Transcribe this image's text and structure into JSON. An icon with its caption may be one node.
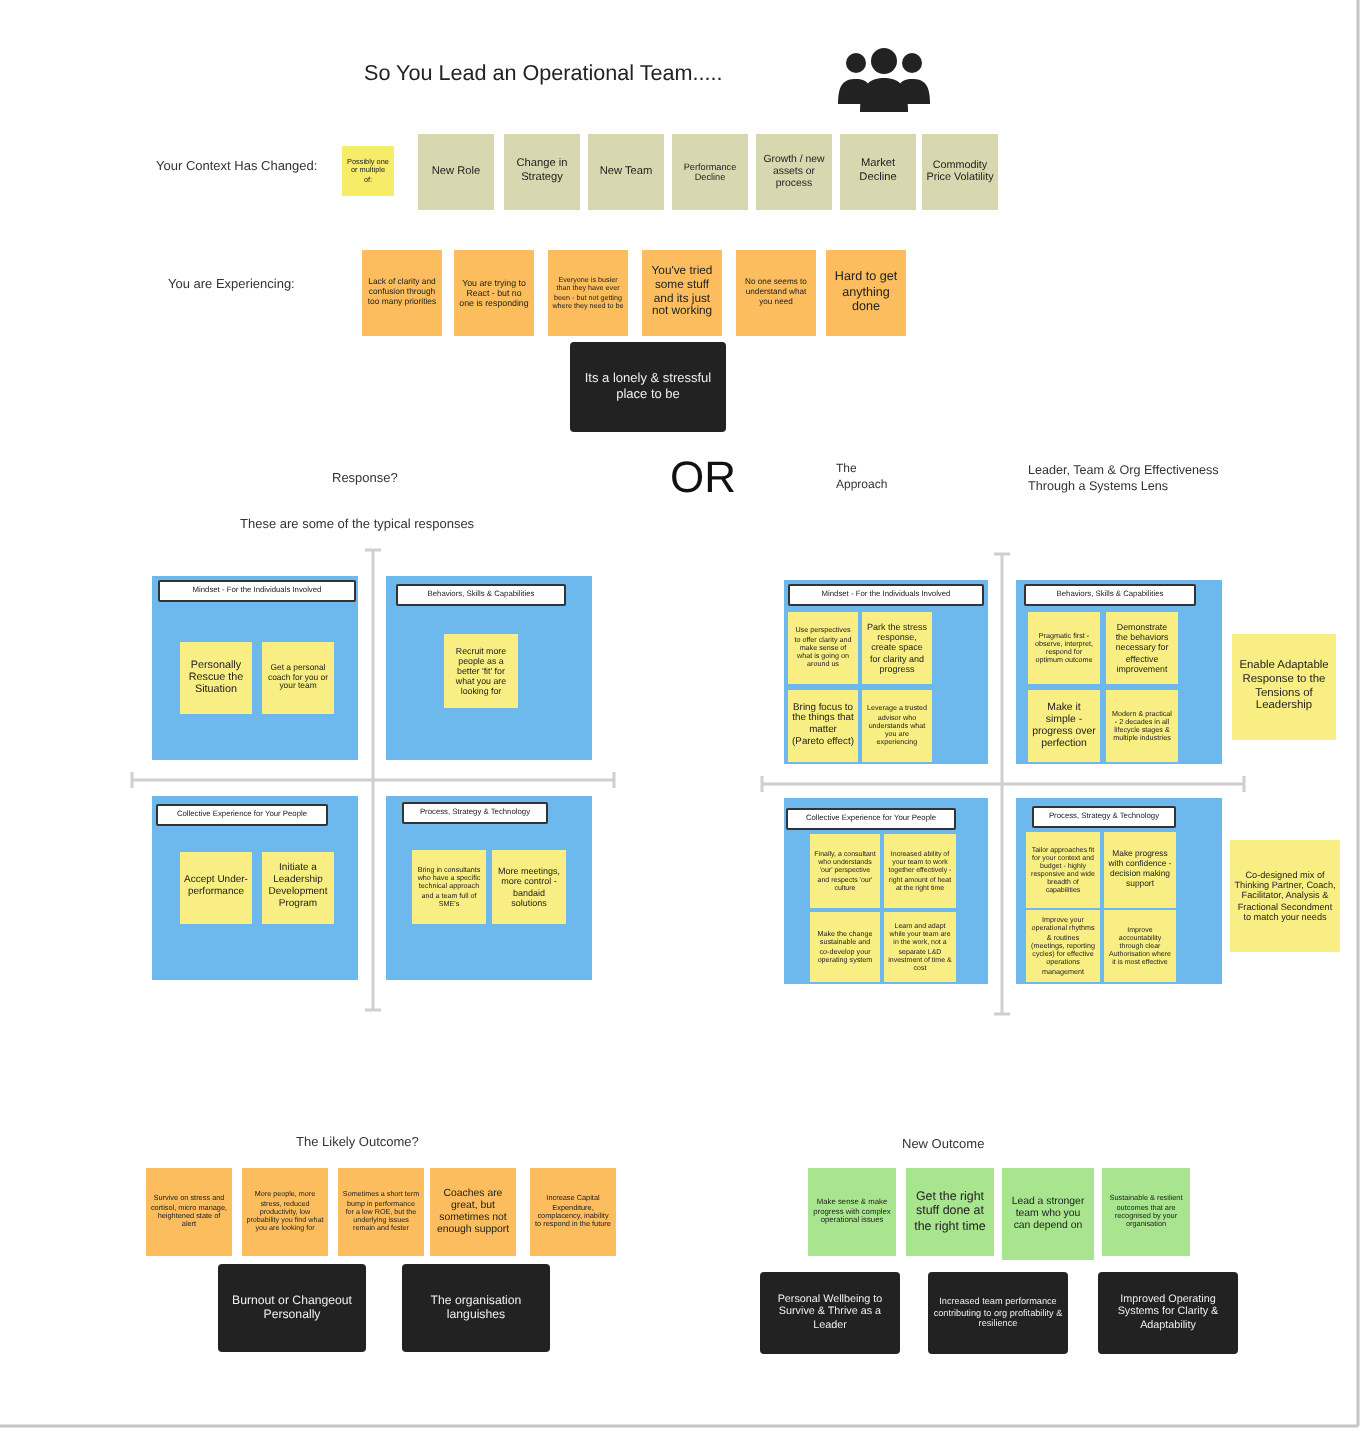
{
  "diagram": {
    "title": "So You Lead an Operational Team.....",
    "nodes": [
      {
        "text": [
          "Possibly one or multiple of:"
        ]
      },
      {
        "text": [
          "New Role"
        ]
      },
      {
        "text": [
          "Change in Strategy"
        ]
      },
      {
        "text": [
          "New Team"
        ]
      },
      {
        "text": [
          "Performance Decline"
        ]
      },
      {
        "text": [
          "Growth / new assets or process"
        ]
      },
      {
        "text": [
          "Market Decline"
        ]
      },
      {
        "text": [
          "Commodity Price Volatility"
        ]
      },
      {
        "text": [
          "Lack of clarity and confusion through too many priorities"
        ]
      },
      {
        "text": [
          "You are trying to React - but no one is responding"
        ]
      },
      {
        "text": [
          "Everyone is busier than they have ever been - but not getting where they need to be"
        ]
      },
      {
        "text": [
          "You've tried some stuff and its just not working"
        ]
      },
      {
        "text": [
          "No one seems to understand what you need"
        ]
      },
      {
        "text": [
          "Hard to get anything done"
        ]
      },
      {
        "text": [
          "Its a lonely & stressful place to be"
        ]
      },
      {
        "text": [
          "Mindset - For the Individuals Involved"
        ]
      },
      {
        "text": [
          "Personally Rescue the Situation"
        ],
        "in": 15
      },
      {
        "text": [
          "Get a personal coach for you or your team"
        ],
        "in": 15
      },
      {
        "text": [
          "Behaviors, Skills & Capabilities"
        ]
      },
      {
        "text": [
          "Recruit more people as a better 'fit' for what you are looking for"
        ],
        "in": 18
      },
      {
        "text": [
          "Collective Experience for Your People"
        ]
      },
      {
        "text": [
          "Accept Under-performance"
        ],
        "in": 20
      },
      {
        "text": [
          "Initiate a Leadership Development Program"
        ],
        "in": 20
      },
      {
        "text": [
          "Process, Strategy & Technology"
        ]
      },
      {
        "text": [
          "Bring in consultants who have a specific technical approach and a team full of SME's"
        ],
        "in": 23
      },
      {
        "text": [
          "More meetings, more control - bandaid solutions"
        ],
        "in": 23
      },
      {
        "text": [
          "Mindset - For the Individuals Involved"
        ]
      },
      {
        "text": [
          "Use perspectives to offer clarity and make sense of what is going on around us"
        ],
        "in": 26
      },
      {
        "text": [
          "Park the stress response, create space for clarity and progress"
        ],
        "in": 26
      },
      {
        "text": [
          "Bring focus to the things that matter (Pareto effect)"
        ],
        "in": 26
      },
      {
        "text": [
          "Leverage a trusted advisor who understands what you are experiencing"
        ],
        "in": 26
      },
      {
        "text": [
          "Behaviors, Skills & Capabilities"
        ]
      },
      {
        "text": [
          "Pragmatic first - observe, interpret, respond for optimum outcome"
        ],
        "in": 31
      },
      {
        "text": [
          "Demonstrate the behaviors necessary for effective improvement"
        ],
        "in": 31
      },
      {
        "text": [
          "Make it simple - progress over perfection"
        ],
        "in": 31
      },
      {
        "text": [
          "Modern & practical - 2 decades in all lifecycle stages & multiple industries"
        ],
        "in": 31
      },
      {
        "text": [
          "Enable Adaptable Response to the Tensions of Leadership"
        ]
      },
      {
        "text": [
          "Collective Experience for Your People"
        ]
      },
      {
        "text": [
          "Finally, a consultant who understands 'our' perspective and respects 'our' culture"
        ],
        "in": 37
      },
      {
        "text": [
          "Increased ability of your team to work together effectively - right amount of heat at the right time"
        ],
        "in": 37
      },
      {
        "text": [
          "Make the change sustainable and co-develop your operating system"
        ],
        "in": 37
      },
      {
        "text": [
          "Learn and adapt while your team are in the work, not a separate L&D investment of time & cost"
        ],
        "in": 37
      },
      {
        "text": [
          "Process, Strategy & Technology"
        ]
      },
      {
        "text": [
          "Tailor approaches fit for your context and budget - highly responsive and wide breadth of capabilities"
        ],
        "in": 42
      },
      {
        "text": [
          "Make progress with confidence - decision making support"
        ],
        "in": 42
      },
      {
        "text": [
          "Improve your operational rhythms & routines (meetings, reporting cycles) for effective operations management"
        ],
        "in": 42
      },
      {
        "text": [
          "Improve accountability through clear Authorisation where it is most effective"
        ],
        "in": 42
      },
      {
        "text": [
          "Co-designed mix of Thinking Partner, Coach, Facilitator, Analysis & Fractional Secondment to match your needs"
        ]
      },
      {
        "text": [
          "Survive on stress and cortisol, micro manage, heightened state of alert"
        ]
      },
      {
        "text": [
          "More people, more stress, reduced productivity, low probability you find what you are looking for"
        ]
      },
      {
        "text": [
          "Sometimes a short term bump in performance for a low ROE, but the underlying issues remain and fester"
        ]
      },
      {
        "text": [
          "Coaches are great, but sometimes not enough support"
        ]
      },
      {
        "text": [
          "Increase Capital Expenditure, complacency, inability to respond in the future"
        ]
      },
      {
        "text": [
          "Burnout or Changeout Personally"
        ]
      },
      {
        "text": [
          "The organisation languishes"
        ]
      },
      {
        "text": [
          "Make sense & make progress with complex operational issues"
        ]
      },
      {
        "text": [
          "Get the right stuff done at the right time"
        ]
      },
      {
        "text": [
          "Lead a stronger team who you can depend on"
        ]
      },
      {
        "text": [
          "Sustainable & resilient outcomes that are recognised by your organisation"
        ]
      },
      {
        "text": [
          "Personal Wellbeing to Survive & Thrive as a Leader"
        ]
      },
      {
        "text": [
          "Increased team performance contributing to org profitability & resilience"
        ]
      },
      {
        "text": [
          "Improved Operating Systems for Clarity & Adaptability"
        ]
      }
    ],
    "labels": [
      "Your Context Has Changed:",
      "You are Experiencing:",
      "Response?",
      "OR",
      "The Approach",
      "Leader, Team & Org Effectiveness Through a Systems Lens",
      "These are some of the typical responses",
      "The Likely Outcome?",
      "New Outcome"
    ]
  }
}
